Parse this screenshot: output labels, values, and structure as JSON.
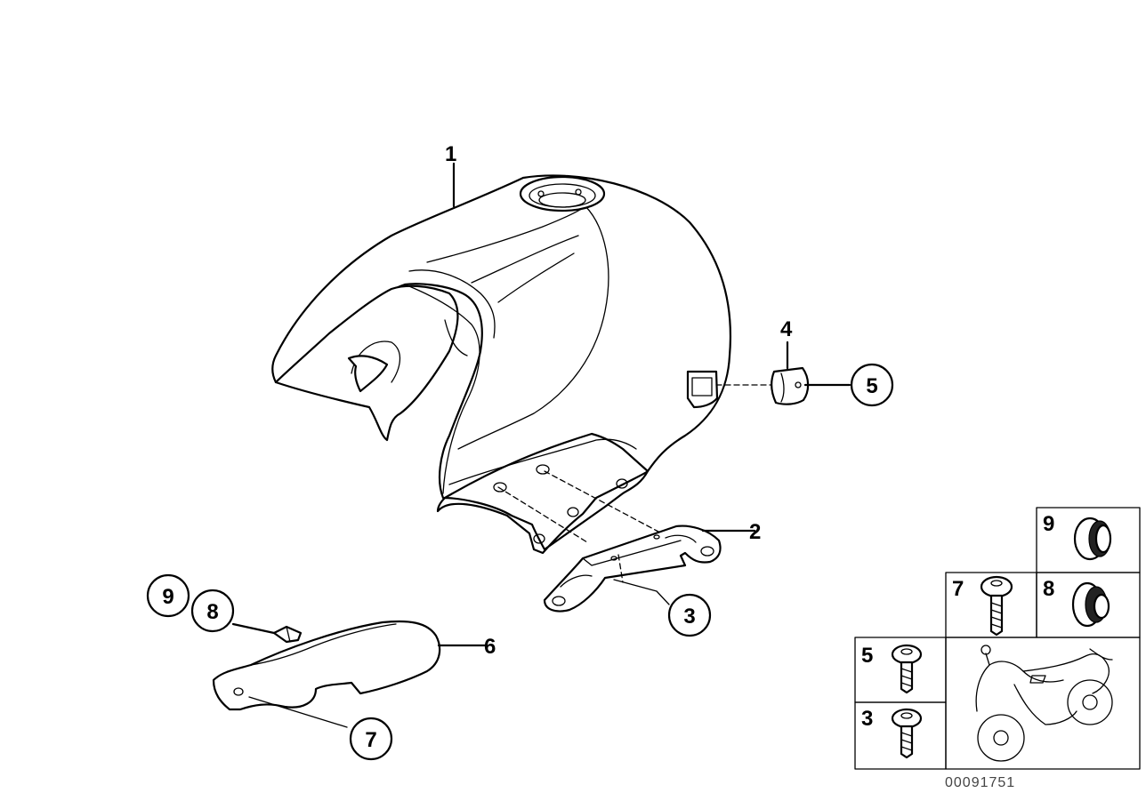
{
  "diagram": {
    "callouts": {
      "c1": "1",
      "c2": "2",
      "c3": "3",
      "c4": "4",
      "c5": "5",
      "c6": "6",
      "c7": "7",
      "c8": "8",
      "c9": "9"
    },
    "legend": {
      "l9": "9",
      "l7": "7",
      "l8": "8",
      "l5": "5",
      "l3": "3"
    },
    "drawing_number": "00091751"
  }
}
